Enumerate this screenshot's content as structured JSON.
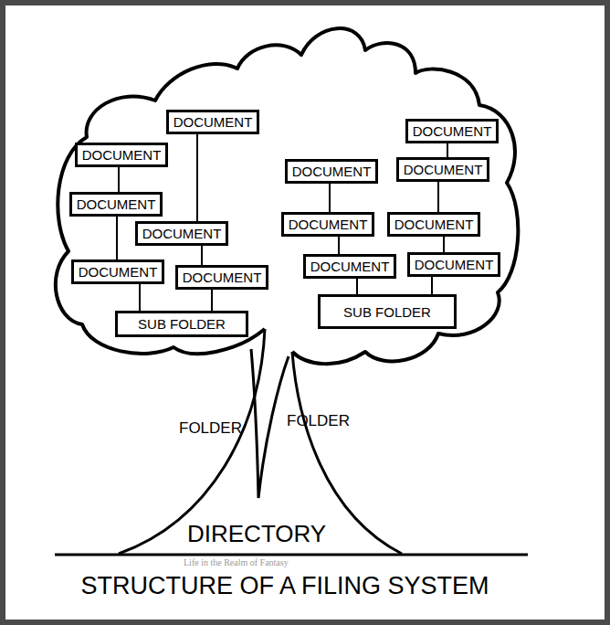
{
  "diagram": {
    "title": "STRUCTURE OF A FILING SYSTEM",
    "nodes": [
      {
        "text": [
          "DOCUMENT"
        ]
      },
      {
        "text": [
          "DOCUMENT"
        ]
      },
      {
        "text": [
          "DOCUMENT"
        ]
      },
      {
        "text": [
          "DOCUMENT"
        ]
      },
      {
        "text": [
          "DOCUMENT"
        ]
      },
      {
        "text": [
          "DOCUMENT"
        ]
      },
      {
        "text": [
          "DOCUMENT"
        ]
      },
      {
        "text": [
          "DOCUMENT"
        ]
      },
      {
        "text": [
          "DOCUMENT"
        ]
      },
      {
        "text": [
          "DOCUMENT"
        ]
      },
      {
        "text": [
          "DOCUMENT"
        ]
      },
      {
        "text": [
          "DOCUMENT"
        ]
      },
      {
        "text": [
          "DOCUMENT"
        ]
      },
      {
        "text": [
          "SUB FOLDER"
        ]
      },
      {
        "text": [
          "SUB FOLDER"
        ]
      }
    ],
    "edges": [
      {
        "from": 0,
        "to": 6,
        "arrow": "none"
      },
      {
        "from": 2,
        "to": 5,
        "arrow": "none"
      },
      {
        "from": 5,
        "to": 9,
        "arrow": "none"
      },
      {
        "from": 6,
        "to": 10,
        "arrow": "none"
      },
      {
        "from": 9,
        "to": 13,
        "arrow": "none"
      },
      {
        "from": 10,
        "to": 13,
        "arrow": "none"
      },
      {
        "from": 3,
        "to": 7,
        "arrow": "none"
      },
      {
        "from": 1,
        "to": 4,
        "arrow": "none"
      },
      {
        "from": 4,
        "to": 8,
        "arrow": "none"
      },
      {
        "from": 7,
        "to": 11,
        "arrow": "none"
      },
      {
        "from": 8,
        "to": 12,
        "arrow": "none"
      },
      {
        "from": 11,
        "to": 14,
        "arrow": "none"
      },
      {
        "from": 12,
        "to": 14,
        "arrow": "none"
      }
    ],
    "labels": [
      "FOLDER",
      "FOLDER",
      "DIRECTORY",
      "Life in the Realm of Fantasy"
    ]
  }
}
